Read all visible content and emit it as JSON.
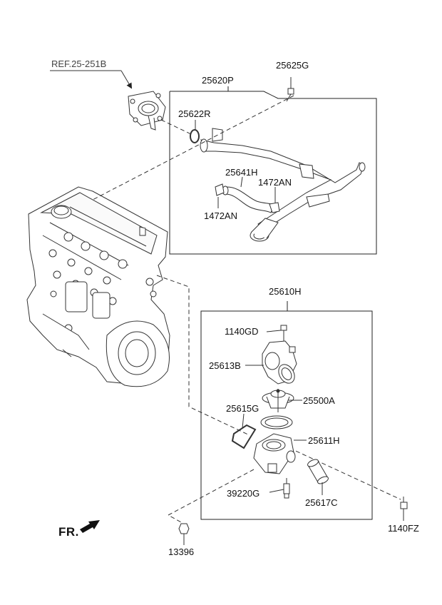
{
  "diagram": {
    "reference": "REF.25-251B",
    "direction_label": "FR.",
    "parts": {
      "p25620P": "25620P",
      "p25625G": "25625G",
      "p25622R": "25622R",
      "p25641H": "25641H",
      "p1472AN_right": "1472AN",
      "p1472AN_left": "1472AN",
      "p25610H": "25610H",
      "p1140GD": "1140GD",
      "p25613B": "25613B",
      "p25500A": "25500A",
      "p25615G": "25615G",
      "p25611H": "25611H",
      "p39220G": "39220G",
      "p25617C": "25617C",
      "p1140FZ": "1140FZ",
      "p13396": "13396"
    }
  }
}
